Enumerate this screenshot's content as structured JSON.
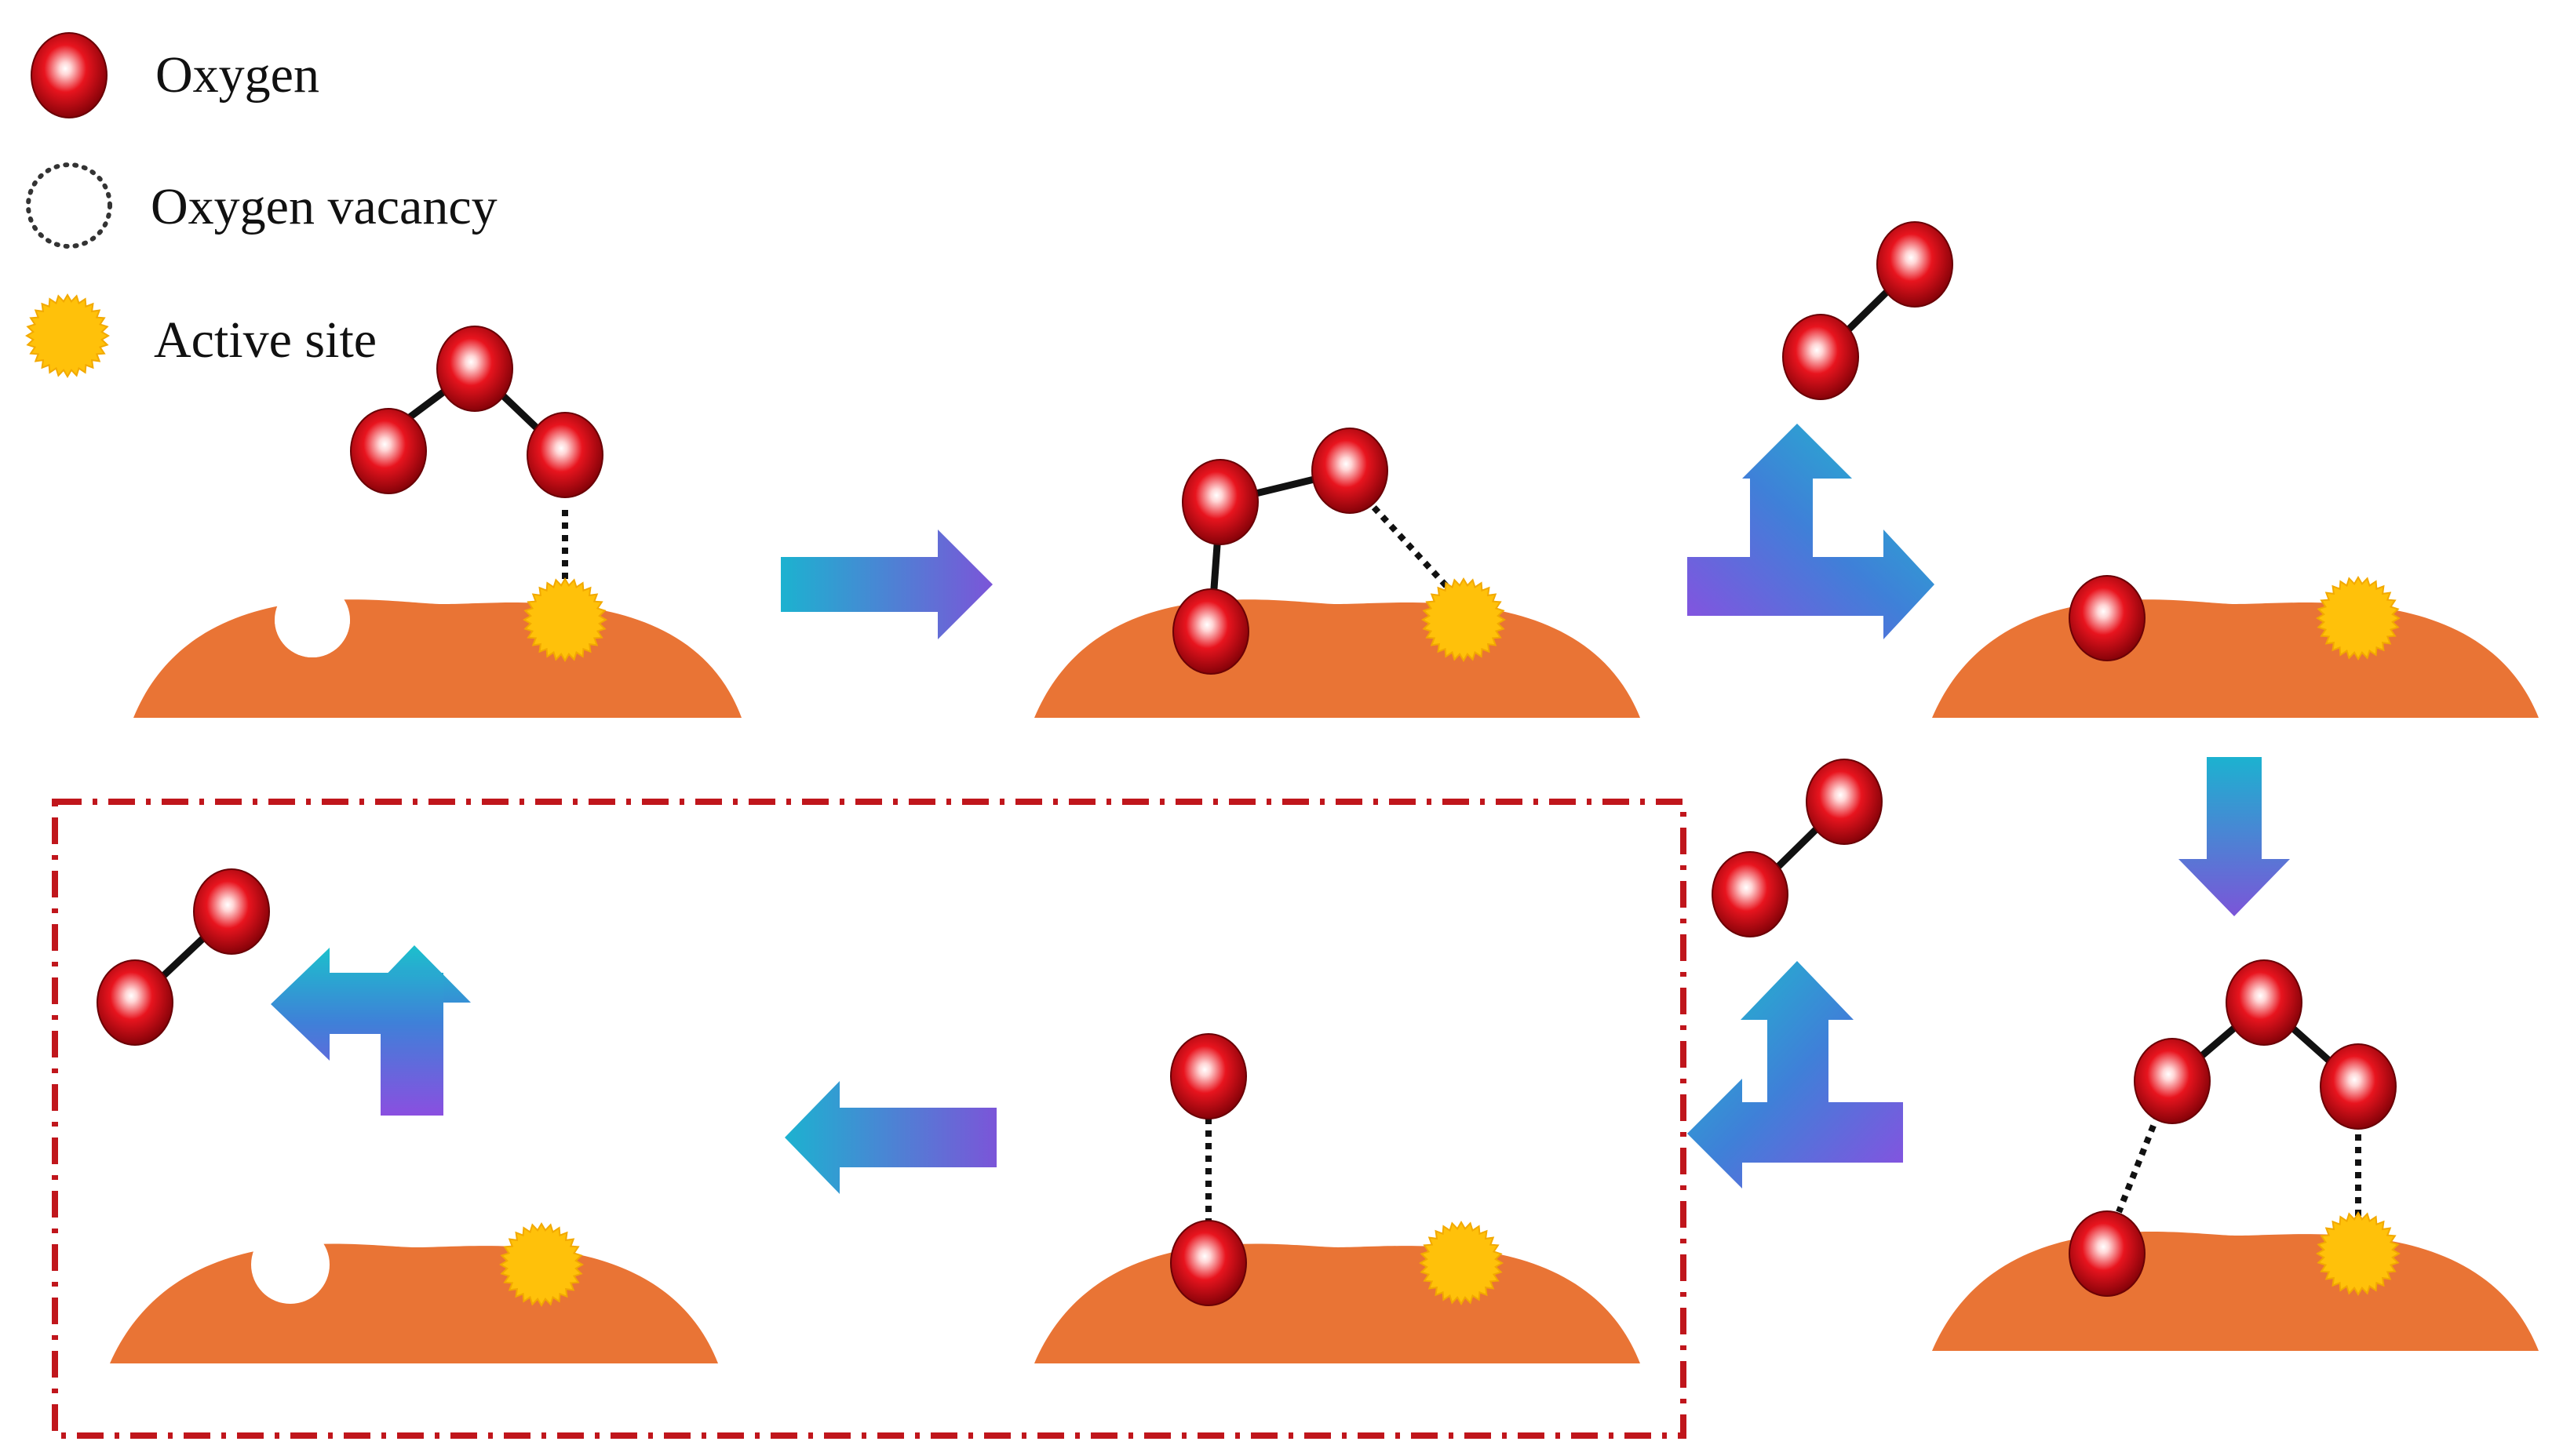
{
  "legend": {
    "oxygen": "Oxygen",
    "vacancy": "Oxygen vacancy",
    "active_site": "Active site"
  },
  "icons": {
    "oxygen": "red-sphere",
    "vacancy": "dotted-circle",
    "active_site": "yellow-starburst"
  },
  "colors": {
    "oxygen_light": "#ffd6d6",
    "oxygen_mid": "#e8141e",
    "oxygen_dark": "#7a0006",
    "surface": "#e97435",
    "active_site": "#ffc10a",
    "active_site_edge": "#f2a900",
    "arrow_start": "#1cb2d0",
    "arrow_end": "#7b55d8",
    "bond": "#111111",
    "frame": "#c0161c"
  }
}
